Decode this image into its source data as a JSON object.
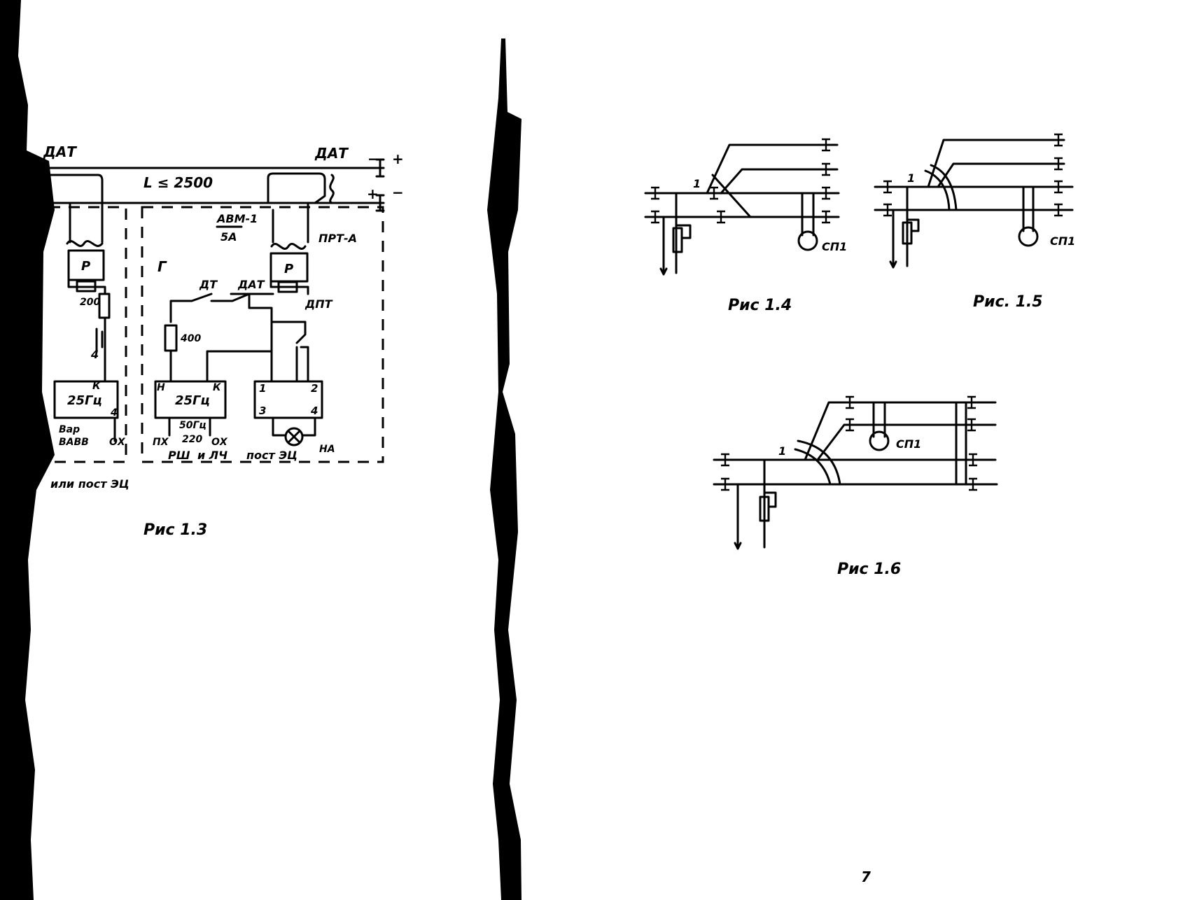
{
  "left_page": {
    "figure_1_3": {
      "caption": "Рис 1.3",
      "labels": {
        "dat_left": "ДАТ",
        "dat_right": "ДАТ",
        "plus": "+",
        "minus": "−",
        "length": "L ≤ 2500",
        "avm": "АВМ-1",
        "avm_rating": "5А",
        "prt": "ПРТ-А",
        "g": "Г",
        "p_left": "Р",
        "p_right": "Р",
        "dt": "ДТ",
        "dat_contact": "ДАТ",
        "dpt": "ДПТ",
        "r400": "400",
        "r_left": "200",
        "gen_left": "25Гц",
        "gen_right": "25Гц",
        "n": "Н",
        "k": "К",
        "k_left": "К",
        "t1": "1",
        "t2": "2",
        "t3": "3",
        "t4": "4",
        "t4_left": "4",
        "px": "ПХ",
        "ox": "ОХ",
        "ox_left": "ОХ",
        "supply": "50Гц",
        "supply_v": "220",
        "na": "НА",
        "bottom_left": "РШ",
        "bottom_mid": "и ЛЧ",
        "bottom_right": "пост ЭЦ",
        "left_cut_1": "Вар",
        "left_cut_2": "ВАВВ",
        "left_cut_bottom": "или пост ЭЦ"
      }
    }
  },
  "right_page": {
    "figure_1_4": {
      "caption": "Рис 1.4",
      "label_1": "1",
      "sp": "СП1"
    },
    "figure_1_5": {
      "caption": "Рис. 1.5",
      "label_1": "1",
      "sp": "СП1"
    },
    "figure_1_6": {
      "caption": "Рис 1.6",
      "label_1": "1",
      "sp": "СП1"
    },
    "page_number": "7"
  }
}
